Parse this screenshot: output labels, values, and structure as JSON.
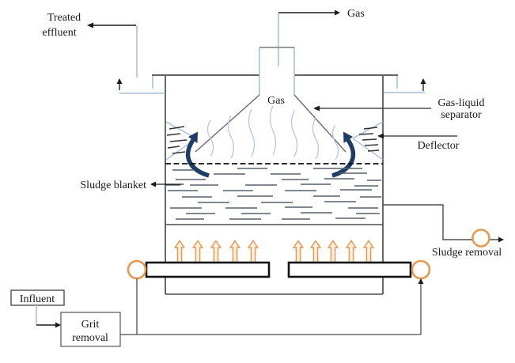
{
  "labels": {
    "treated_effluent": [
      "Treated",
      "effluent"
    ],
    "gas_outlet": "Gas",
    "gas_collector": "Gas",
    "gas_liquid_separator": [
      "Gas-liquid",
      "separator"
    ],
    "deflector": "Deflector",
    "sludge_blanket": "Sludge blanket",
    "sludge_removal": "Sludge removal",
    "influent": "Influent",
    "grit_removal": [
      "Grit",
      "removal"
    ]
  },
  "colors": {
    "outline": "#4d4d4d",
    "black": "#1a1a1a",
    "light_blue": "#a3bdd9",
    "bubble_blue": "#b4c9e2",
    "navy": "#1f3c68",
    "orange": "#e59a50",
    "sludge_dash": "#57606e",
    "background": "#ffffff"
  }
}
